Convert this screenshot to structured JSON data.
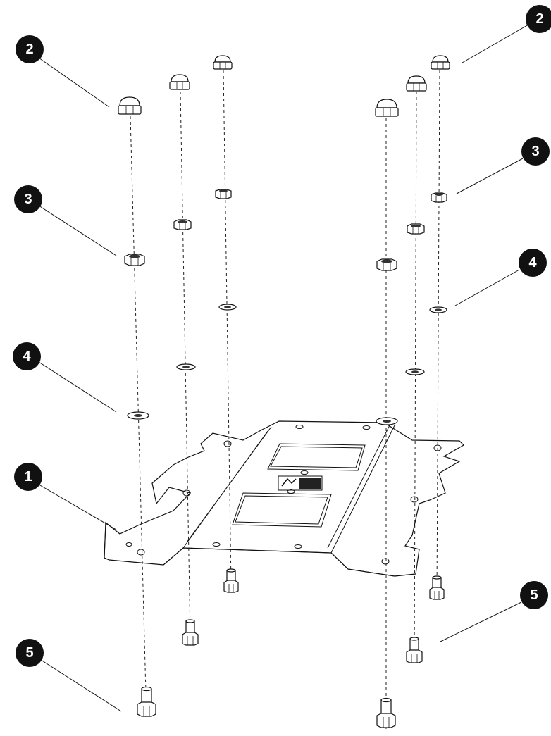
{
  "callouts": [
    {
      "id": "c1",
      "label": "1"
    },
    {
      "id": "c2a",
      "label": "2"
    },
    {
      "id": "c2b",
      "label": "2"
    },
    {
      "id": "c3a",
      "label": "3"
    },
    {
      "id": "c3b",
      "label": "3"
    },
    {
      "id": "c4a",
      "label": "4"
    },
    {
      "id": "c4b",
      "label": "4"
    },
    {
      "id": "c5a",
      "label": "5"
    },
    {
      "id": "c5b",
      "label": "5"
    }
  ],
  "parts": {
    "1": "mounting-plate",
    "2": "cap-nut",
    "3": "hex-nut",
    "4": "washer",
    "5": "bolt"
  }
}
